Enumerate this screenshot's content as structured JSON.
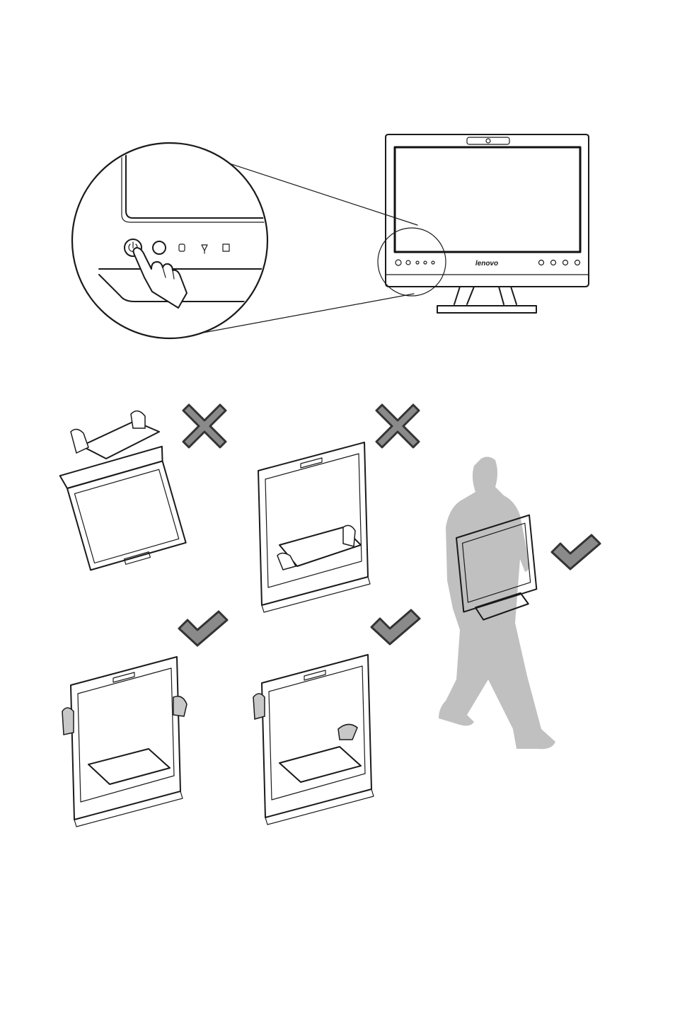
{
  "brand_logo_text": "lenovo",
  "colors": {
    "line": "#1a1a1a",
    "mark_fill": "#8a8a8a",
    "mark_outline": "#333333",
    "person_silhouette": "#c0c0c0",
    "background": "#ffffff"
  },
  "icons": {
    "zoom_lens": "magnifier-callout",
    "power": "power-icon",
    "wrong": "cross-mark-icon",
    "correct": "check-mark-icon"
  },
  "sections": {
    "top": "power-button-location",
    "bottom": "carrying-the-computer"
  },
  "panels": [
    {
      "id": "lift-by-stand-top",
      "verdict": "wrong"
    },
    {
      "id": "lift-by-stand-base",
      "verdict": "wrong"
    },
    {
      "id": "carry-walking",
      "verdict": "correct"
    },
    {
      "id": "hold-both-sides",
      "verdict": "correct"
    },
    {
      "id": "hold-side-and-bottom",
      "verdict": "correct"
    }
  ]
}
